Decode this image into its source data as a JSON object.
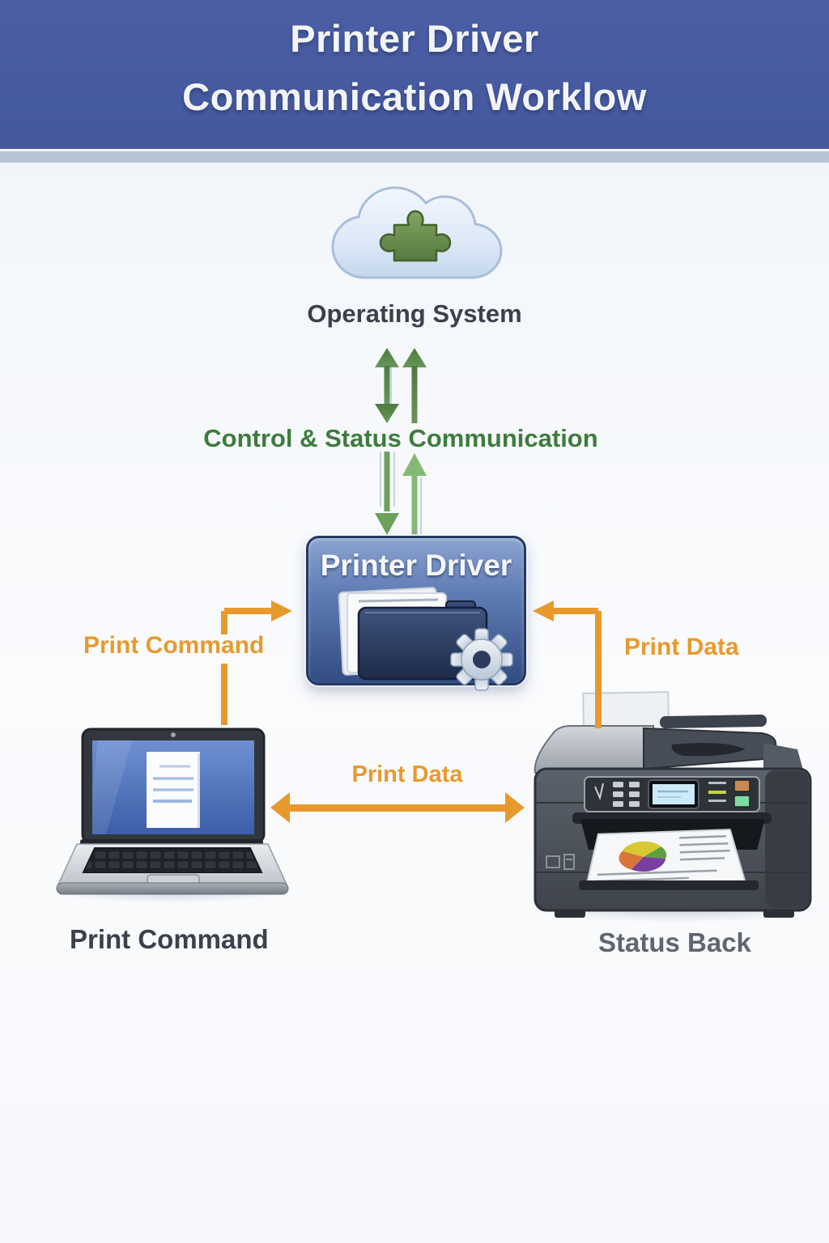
{
  "header": {
    "title_line1": "Printer Driver",
    "title_line2": "Communication Worklow"
  },
  "diagram": {
    "os_label": "Operating System",
    "control_status_label": "Control & Status Communication",
    "driver_label": "Printer Driver",
    "print_command_edge_label": "Print Command",
    "print_data_edge_label": "Print Data",
    "print_data_horizontal_label": "Print Data",
    "laptop_caption": "Print Command",
    "printer_caption": "Status Back"
  },
  "icons": {
    "cloud": "cloud-icon",
    "puzzle": "puzzle-icon",
    "folder": "folder-icon",
    "gear": "gear-icon",
    "laptop": "laptop-icon",
    "printer": "printer-icon",
    "up_down_arrow": "up-down-arrow-icon",
    "up_arrow": "up-arrow-icon",
    "down_arrow": "down-arrow-icon",
    "left_right_arrow": "left-right-arrow-icon"
  },
  "colors": {
    "header_blue": "#4b5ea6",
    "header_blue_2": "#44589c",
    "header_strip": "#b7c5d7",
    "green_dark": "#55824a",
    "green_mid": "#6ba15b",
    "green_light": "#85b974",
    "green_text": "#3e7c3d",
    "orange": "#e8992e",
    "caption_dark": "#3b414c",
    "caption_gray": "#5f666f",
    "driver_top": "#8ba3cf",
    "driver_bottom": "#314c81"
  }
}
